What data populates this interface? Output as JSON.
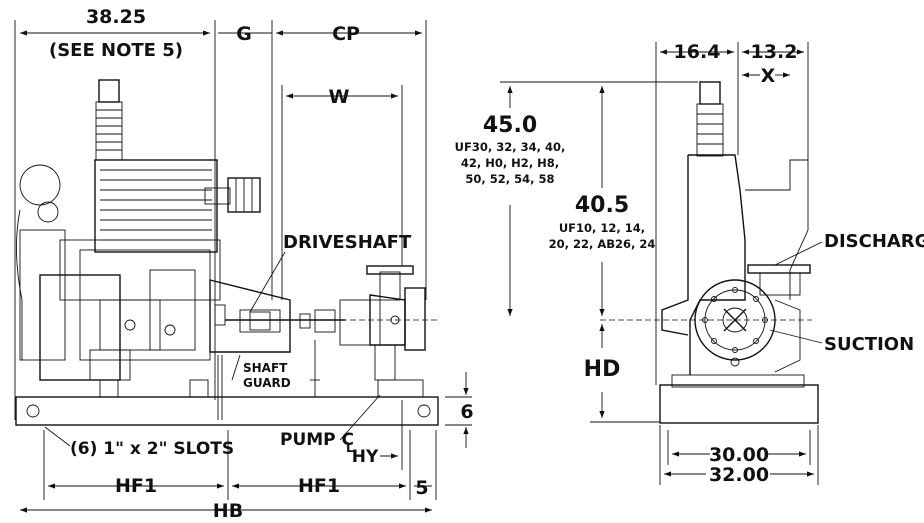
{
  "labels": {
    "dim_top_left": "38.25",
    "see_note": "(SEE NOTE 5)",
    "g": "G",
    "cp": "CP",
    "w": "W",
    "driveshaft": "DRIVESHAFT",
    "shaft": "SHAFT",
    "guard": "GUARD",
    "slots": "(6) 1\" x 2\" SLOTS",
    "pump_cl": "PUMP C",
    "l_sym": "L",
    "hy": "HY",
    "six": "6",
    "five": "5",
    "hf1_a": "HF1",
    "hf1_b": "HF1",
    "hb": "HB",
    "dim_16_4": "16.4",
    "dim_13_2": "13.2",
    "x": "X",
    "h45": "45.0",
    "h45_models_1": "UF30, 32, 34, 40,",
    "h45_models_2": "42, H0, H2, H8,",
    "h45_models_3": "50, 52, 54, 58",
    "h40": "40.5",
    "h40_models_1": "UF10, 12, 14,",
    "h40_models_2": "20, 22, AB26, 24",
    "discharge": "DISCHARGE",
    "suction": "SUCTION",
    "hd": "HD",
    "w30": "30.00",
    "w32": "32.00"
  },
  "colors": {
    "ink": "#111111",
    "paper": "#ffffff"
  },
  "icons": {
    "arrow": "arrowhead",
    "centerline": "centerline-symbol"
  }
}
